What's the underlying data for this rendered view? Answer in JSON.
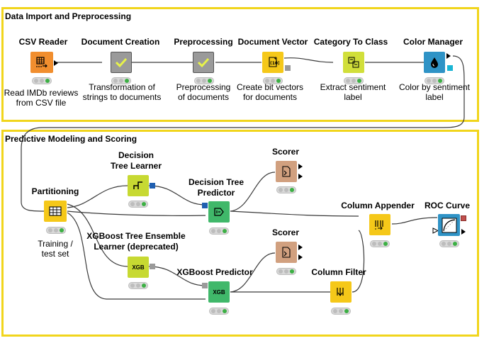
{
  "annotations": [
    {
      "id": "import",
      "title": "Data Import and Preprocessing"
    },
    {
      "id": "model",
      "title": "Predictive Modeling and Scoring"
    }
  ],
  "nodes": {
    "csv_reader": {
      "title": "CSV Reader",
      "desc": "Read IMDb reviews\nfrom CSV file",
      "color": "#f18e2e",
      "icon": "table-arrow-icon"
    },
    "doc_creation": {
      "title": "Document Creation",
      "desc": "Transformation of\nstrings to documents",
      "color": "#9a9a9a",
      "icon": "checkmark-icon"
    },
    "preprocessing": {
      "title": "Preprocessing",
      "desc": "Preprocessing\nof documents",
      "color": "#9a9a9a",
      "icon": "checkmark-icon"
    },
    "doc_vector": {
      "title": "Document Vector",
      "desc": "Create bit vectors\nfor documents",
      "color": "#f5c819",
      "icon": "vector-icon"
    },
    "category_class": {
      "title": "Category To Class",
      "desc": "Extract sentiment\nlabel",
      "color": "#d1df3a",
      "icon": "class-icon"
    },
    "color_manager": {
      "title": "Color Manager",
      "desc": "Color by sentiment\nlabel",
      "color": "#2f93c6",
      "icon": "droplet-icon"
    },
    "partitioning": {
      "title": "Partitioning",
      "desc": "Training /\ntest set",
      "color": "#f5c819",
      "icon": "grid-icon"
    },
    "dt_learner": {
      "title": "Decision\nTree Learner",
      "desc": "",
      "color": "#c7d932",
      "icon": "tree-icon"
    },
    "dt_predictor": {
      "title": "Decision Tree\nPredictor",
      "desc": "",
      "color": "#40b86a",
      "icon": "predictor-icon"
    },
    "scorer1": {
      "title": "Scorer",
      "desc": "",
      "color": "#d1a07f",
      "icon": "scorer-icon"
    },
    "xgb_learner": {
      "title": "XGBoost Tree Ensemble\nLearner (deprecated)",
      "desc": "",
      "color": "#c7d932",
      "icon_text": "XGB"
    },
    "xgb_predictor": {
      "title": "XGBoost Predictor",
      "desc": "",
      "color": "#40b86a",
      "icon_text": "XGB"
    },
    "scorer2": {
      "title": "Scorer",
      "desc": "",
      "color": "#d1a07f",
      "icon": "scorer-icon"
    },
    "column_appender": {
      "title": "Column Appender",
      "desc": "",
      "color": "#f5c819",
      "icon": "append-icon"
    },
    "column_filter": {
      "title": "Column Filter",
      "desc": "",
      "color": "#f5c819",
      "icon": "filter-icon"
    },
    "roc_curve": {
      "title": "ROC Curve",
      "desc": "",
      "color": "#2f93c6",
      "icon": "roc-chart-icon"
    }
  }
}
